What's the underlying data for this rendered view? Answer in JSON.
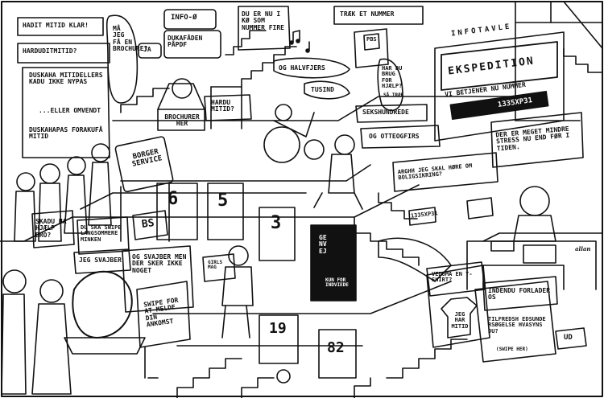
{
  "bubbles": {
    "hadit": "HADIT MITID KLAR!",
    "harduditmitid": "HARDUDITMITID?",
    "duskaha": "DUSKAHA MITIDELLERS KADU IKKE NYPAS",
    "eller": "...ELLER OMVENDT",
    "forakufa": "DUSKAHAPAS FORAKUFÅ MITID",
    "info_o": "INFO-Ø",
    "majeg": "MÅ JEG FÅ EN BROCHURE?",
    "ja": "JA",
    "dukafaden": "DUKAFÅDEN PÅPDF",
    "duernu": "DU ER NU I KØ SOM NUMMER FIRE",
    "halvfjers": "OG HALVFJERS",
    "tusind": "TUSIND",
    "hardumitid": "HARDU MITID?",
    "sekshundrede": "SEKSHUNDREDE",
    "otteogfirs": "OG OTTEOGFIRS",
    "traek": "TRÆK ET NUMMER",
    "harbrug": "HAR DU BRUG FOR HJÆLP?",
    "sagtrak": "SÅ TRÆK",
    "dererstress": "DER ER MEGET MINDRE STRESS NU END FØR I TIDEN.",
    "argh": "ARGHH JEG SKAL HØRE OM BOLIGSIKRING?",
    "skadu": "SKADU HA HJÆLP BRO?",
    "duskaswipe": "DU SKA SWIPE LANGSOMMERE MINKEN",
    "jegsvajber": "JEG SVAJBER",
    "ogsvajber": "OG SVAJBER MEN DER SKER IKKE NOGET",
    "vedumaenshirt": "VEDUMA EN T-SHIRT?",
    "indendu": "INDENDU FORLADER OS"
  },
  "signs": {
    "infotavle": "INFOTAVLE",
    "ekspedition": "EKSPEDITION",
    "vibetjener": "VI BETJENER NU NUMMER",
    "queue_number": "1335XP31",
    "borgerservice": "BORGER SERVICE",
    "brochurer": "BROCHURER HER",
    "bs": "BS",
    "genvej": "GENVEJ",
    "genvej_sub": "KUN FOR INDVIEDE",
    "ticket": "1335XP31",
    "swipe": "SWIPE FOR AT MELDE DIN ANKOMST",
    "tshirt": "JEG HAR MitID",
    "ud": "UD",
    "tilfredshed": "TILFREDSH EDSUNDE RSØGELSE HVASYNS DU?",
    "swipeher": "(SWIPE HER)",
    "pbs_ticket": "PBS",
    "girls_magazine": "GIRLS MAG",
    "signature": "allan"
  },
  "doors": [
    "6",
    "5",
    "3",
    "19",
    "82"
  ]
}
